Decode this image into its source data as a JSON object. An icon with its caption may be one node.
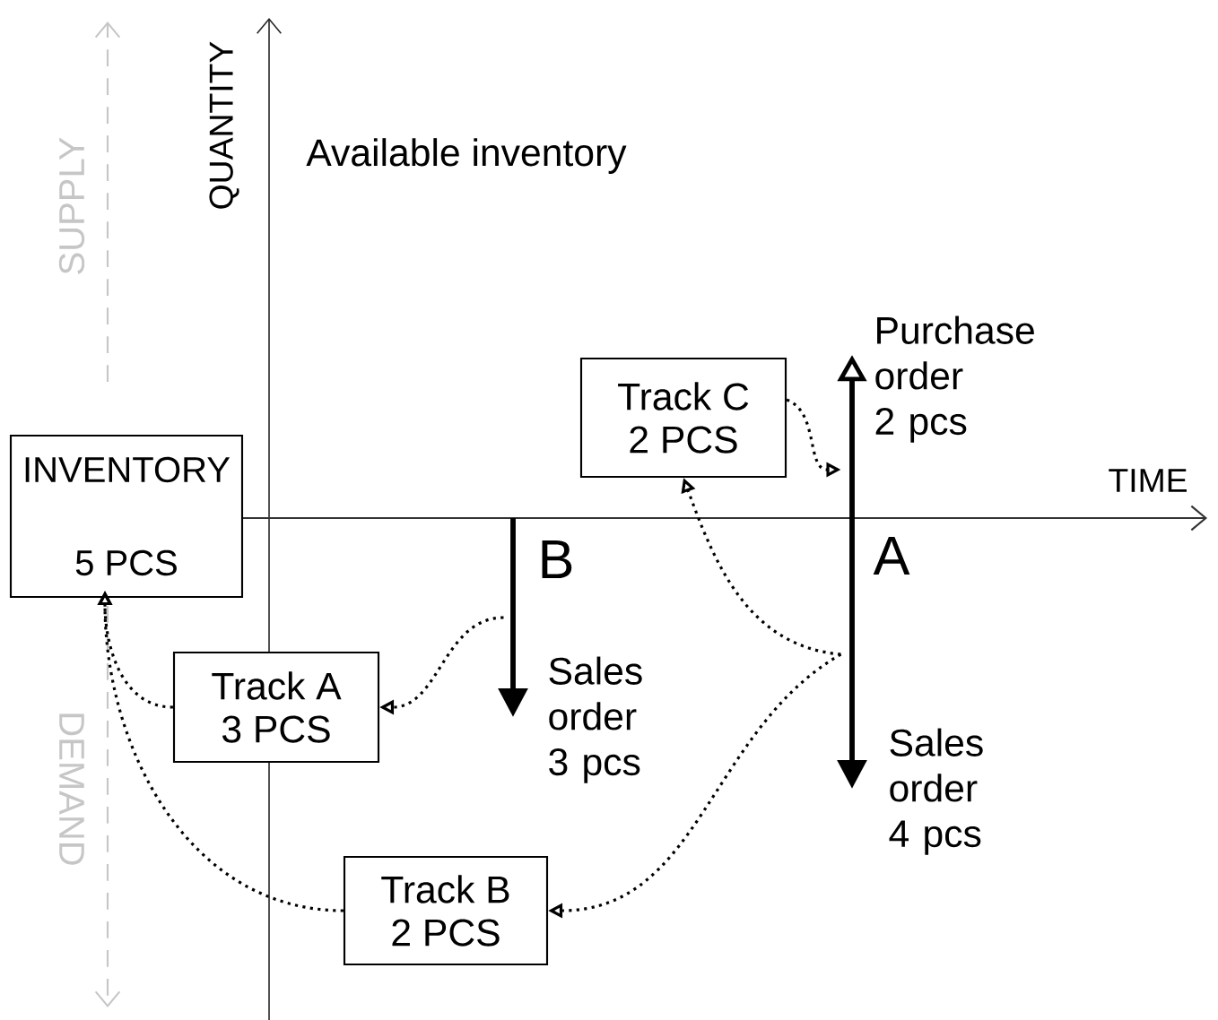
{
  "diagram": {
    "nodes": [
      {
        "text": [
          "INVENTORY",
          "5 PCS"
        ]
      },
      {
        "text": [
          "Track A",
          "3 PCS"
        ]
      },
      {
        "text": [
          "Track B",
          "2 PCS"
        ]
      },
      {
        "text": [
          "Track C",
          "2 PCS"
        ]
      },
      {
        "text": [],
        "shape": "arrow",
        "beside": [
          "Sales order 3 pcs"
        ]
      },
      {
        "text": [],
        "shape": "arrow",
        "beside": [
          "Purchase order 2 pcs",
          "Sales order 4 pcs"
        ]
      }
    ],
    "edges": [
      {
        "from": 4,
        "to": 1,
        "arrow": "to"
      },
      {
        "from": 1,
        "to": 0,
        "arrow": "to"
      },
      {
        "from": 5,
        "to": 3,
        "arrow": "to"
      },
      {
        "from": 3,
        "to": 5,
        "arrow": "to"
      },
      {
        "from": 5,
        "to": 2,
        "arrow": "to"
      },
      {
        "from": 2,
        "to": 0,
        "arrow": "to"
      }
    ],
    "labels": [
      "SUPPLY",
      "QUANTITY",
      "Available inventory",
      "TIME",
      "B",
      "A",
      "DEMAND"
    ]
  }
}
